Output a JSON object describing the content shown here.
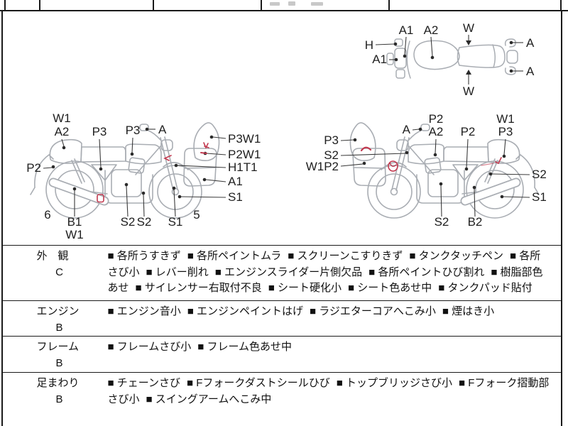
{
  "colors": {
    "mark_red": "#c23a50",
    "line_art_gray": "#a9adb3",
    "border_black": "#1a1a1a",
    "text": "#1f1f1f"
  },
  "diagrams": {
    "top_view": {
      "labels": [
        "H",
        "A1",
        "A2",
        "W",
        "A",
        "A1",
        "W",
        "A"
      ]
    },
    "left_bike": {
      "labels": [
        "W1",
        "A2",
        "P3",
        "P3",
        "A",
        "P3W1",
        "P2W1",
        "H1T1",
        "A1",
        "S1",
        "P2",
        "6",
        "B1",
        "W1",
        "S2",
        "S2",
        "S1",
        "5"
      ]
    },
    "right_bike": {
      "labels": [
        "A",
        "P2",
        "A2",
        "P2",
        "W1",
        "P3",
        "P3",
        "S2",
        "W1P2",
        "S2",
        "S1",
        "S2",
        "B2"
      ]
    }
  },
  "sections": [
    {
      "name": "外　観",
      "grade": "C",
      "items": [
        "各所うすきず",
        "各所ペイントムラ",
        "スクリーンこすりきず",
        "タンクタッチペン",
        "各所さび小",
        "レバー削れ",
        "エンジンスライダー片側欠品",
        "各所ペイントひび割れ",
        "樹脂部色あせ",
        "サイレンサー右取付不良",
        "シート硬化小",
        "シート色あせ中",
        "タンクパッド貼付"
      ]
    },
    {
      "name": "エンジン",
      "grade": "B",
      "items": [
        "エンジン音小",
        "エンジンペイントはげ",
        "ラジエターコアへこみ小",
        "煙はき小"
      ]
    },
    {
      "name": "フレーム",
      "grade": "B",
      "items": [
        "フレームさび小",
        "フレーム色あせ中"
      ]
    },
    {
      "name": "足まわり",
      "grade": "B",
      "items": [
        "チェーンさび",
        "Fフォークダストシールひび",
        "トップブリッジさび小",
        "Fフォーク摺動部さび小",
        "スイングアームへこみ中"
      ]
    }
  ]
}
